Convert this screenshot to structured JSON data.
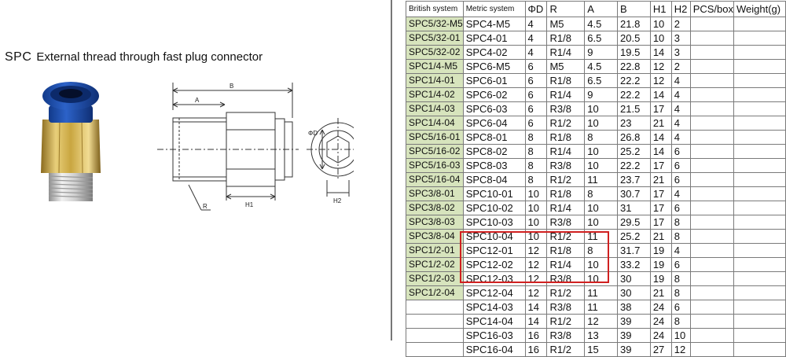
{
  "product": {
    "code": "SPC",
    "description": "External thread through fast plug connector"
  },
  "drawing_labels": {
    "b": "B",
    "a": "A",
    "r": "R",
    "h1": "H1",
    "d": "ΦD",
    "h2": "H2"
  },
  "colors": {
    "british_cell_bg": "#d7e4bd",
    "highlight_border": "#d02020",
    "fitting_blue": "#1f4fb0",
    "fitting_brass": "#c9a640"
  },
  "table": {
    "headers": [
      "British system",
      "Metric system",
      "ΦD",
      "R",
      "A",
      "B",
      "H1",
      "H2",
      "PCS/box",
      "Weight(g)"
    ],
    "rows": [
      [
        "SPC5/32-M5",
        "SPC4-M5",
        "4",
        "M5",
        "4.5",
        "21.8",
        "10",
        "2"
      ],
      [
        "SPC5/32-01",
        "SPC4-01",
        "4",
        "R1/8",
        "6.5",
        "20.5",
        "10",
        "3"
      ],
      [
        "SPC5/32-02",
        "SPC4-02",
        "4",
        "R1/4",
        "9",
        "19.5",
        "14",
        "3"
      ],
      [
        "SPC1/4-M5",
        "SPC6-M5",
        "6",
        "M5",
        "4.5",
        "22.8",
        "12",
        "2"
      ],
      [
        "SPC1/4-01",
        "SPC6-01",
        "6",
        "R1/8",
        "6.5",
        "22.2",
        "12",
        "4"
      ],
      [
        "SPC1/4-02",
        "SPC6-02",
        "6",
        "R1/4",
        "9",
        "22.2",
        "14",
        "4"
      ],
      [
        "SPC1/4-03",
        "SPC6-03",
        "6",
        "R3/8",
        "10",
        "21.5",
        "17",
        "4"
      ],
      [
        "SPC1/4-04",
        "SPC6-04",
        "6",
        "R1/2",
        "10",
        "23",
        "21",
        "4"
      ],
      [
        "SPC5/16-01",
        "SPC8-01",
        "8",
        "R1/8",
        "8",
        "26.8",
        "14",
        "4"
      ],
      [
        "SPC5/16-02",
        "SPC8-02",
        "8",
        "R1/4",
        "10",
        "25.2",
        "14",
        "6"
      ],
      [
        "SPC5/16-03",
        "SPC8-03",
        "8",
        "R3/8",
        "10",
        "22.2",
        "17",
        "6"
      ],
      [
        "SPC5/16-04",
        "SPC8-04",
        "8",
        "R1/2",
        "11",
        "23.7",
        "21",
        "6"
      ],
      [
        "SPC3/8-01",
        "SPC10-01",
        "10",
        "R1/8",
        "8",
        "30.7",
        "17",
        "4"
      ],
      [
        "SPC3/8-02",
        "SPC10-02",
        "10",
        "R1/4",
        "10",
        "31",
        "17",
        "6"
      ],
      [
        "SPC3/8-03",
        "SPC10-03",
        "10",
        "R3/8",
        "10",
        "29.5",
        "17",
        "8"
      ],
      [
        "SPC3/8-04",
        "SPC10-04",
        "10",
        "R1/2",
        "11",
        "25.2",
        "21",
        "8"
      ],
      [
        "SPC1/2-01",
        "SPC12-01",
        "12",
        "R1/8",
        "8",
        "31.7",
        "19",
        "4"
      ],
      [
        "SPC1/2-02",
        "SPC12-02",
        "12",
        "R1/4",
        "10",
        "33.2",
        "19",
        "6"
      ],
      [
        "SPC1/2-03",
        "SPC12-03",
        "12",
        "R3/8",
        "10",
        "30",
        "19",
        "8"
      ],
      [
        "SPC1/2-04",
        "SPC12-04",
        "12",
        "R1/2",
        "11",
        "30",
        "21",
        "8"
      ],
      [
        "",
        "SPC14-03",
        "14",
        "R3/8",
        "11",
        "38",
        "24",
        "6"
      ],
      [
        "",
        "SPC14-04",
        "14",
        "R1/2",
        "12",
        "39",
        "24",
        "8"
      ],
      [
        "",
        "SPC16-03",
        "16",
        "R3/8",
        "13",
        "39",
        "24",
        "10"
      ],
      [
        "",
        "SPC16-04",
        "16",
        "R1/2",
        "15",
        "39",
        "27",
        "12"
      ]
    ]
  }
}
